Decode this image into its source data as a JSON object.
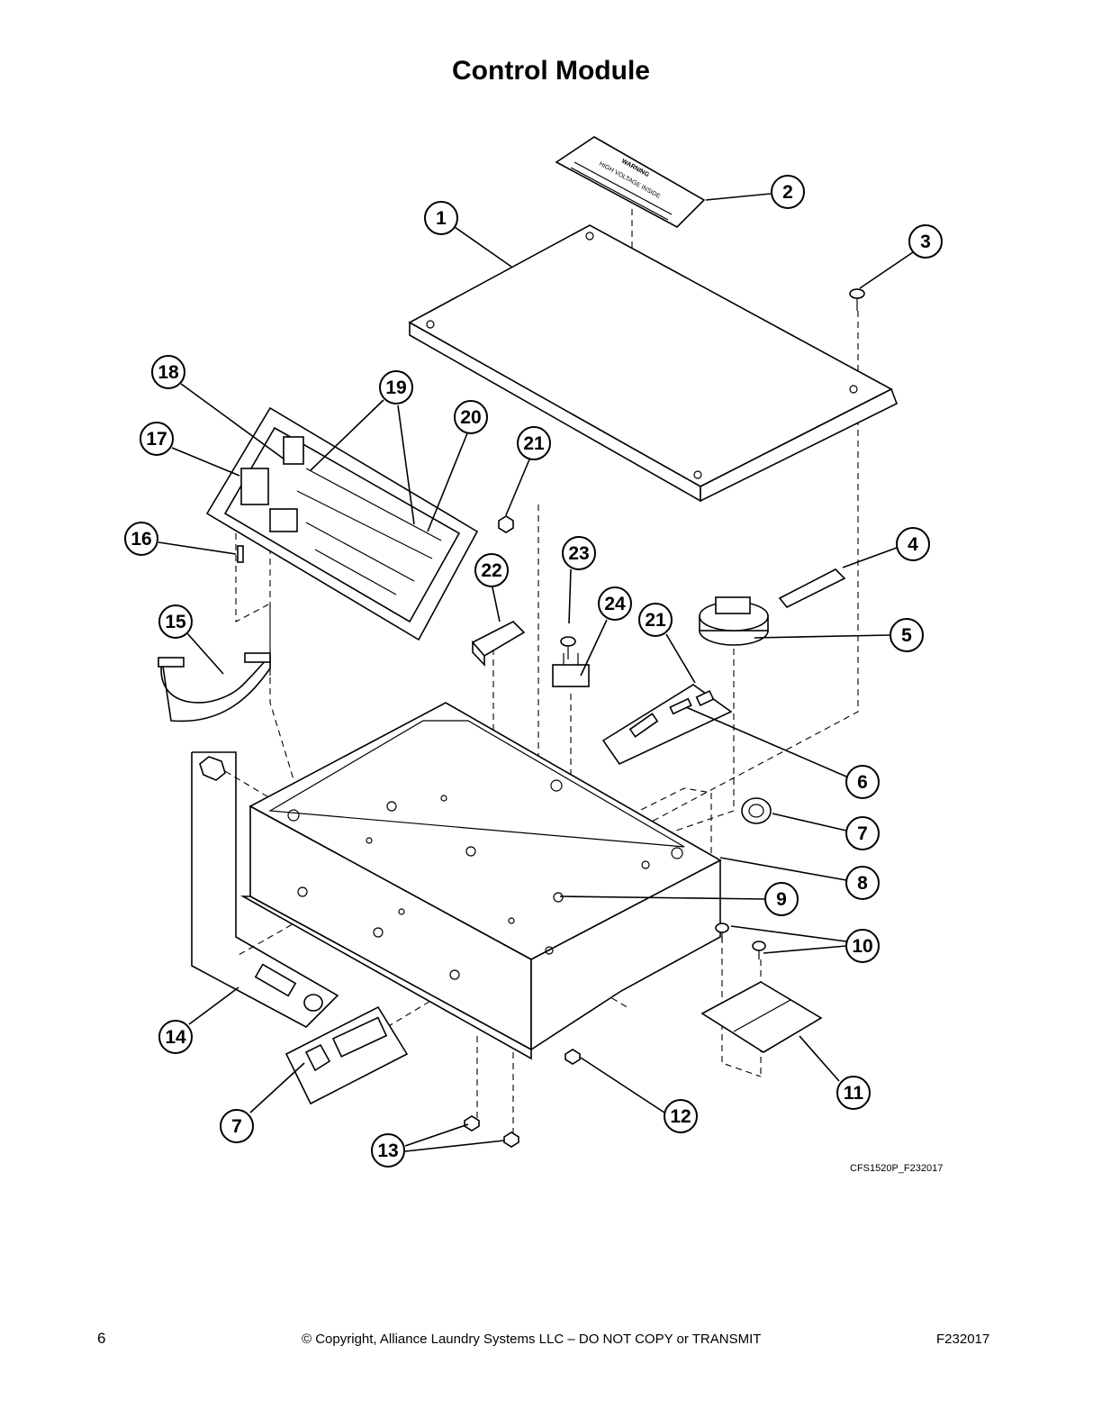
{
  "page": {
    "title": "Control Module",
    "figure_code": "CFS1520P_F232017",
    "page_number": "6",
    "copyright": "© Copyright, Alliance Laundry Systems LLC – DO NOT COPY or TRANSMIT",
    "doc_number": "F232017"
  },
  "label_decal": {
    "line1": "WARNING",
    "line2": "HIGH VOLTAGE INSIDE"
  },
  "callouts": [
    "1",
    "2",
    "3",
    "4",
    "5",
    "6",
    "7",
    "8",
    "9",
    "10",
    "11",
    "12",
    "13",
    "7",
    "14",
    "15",
    "16",
    "17",
    "18",
    "19",
    "20",
    "21",
    "21",
    "22",
    "23",
    "24"
  ]
}
